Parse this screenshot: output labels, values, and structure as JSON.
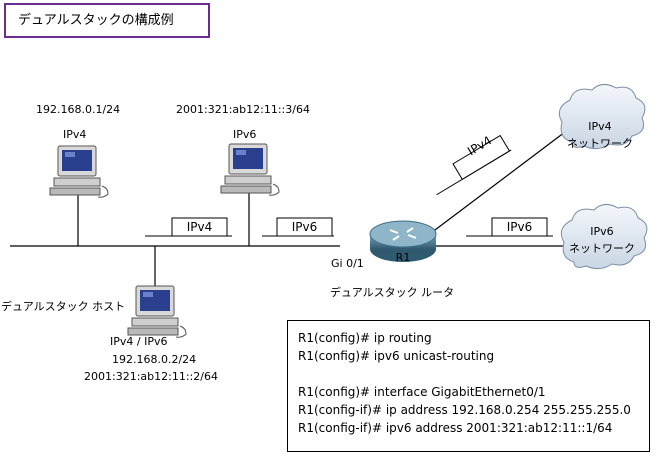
{
  "title": "デュアルスタックの構成例",
  "hosts": {
    "ipv4": {
      "ip": "192.168.0.1/24",
      "label": "IPv4"
    },
    "ipv6": {
      "ip": "2001:321:ab12:11::3/64",
      "label": "IPv6"
    },
    "dual": {
      "caption": "デュアルスタック ホスト",
      "label": "IPv4 / IPv6",
      "ip4": "192.168.0.2/24",
      "ip6": "2001:321:ab12:11::2/64"
    }
  },
  "tags": {
    "lan_ipv4": "IPv4",
    "lan_ipv6": "IPv6",
    "wan_ipv4": "IPv4",
    "wan_ipv6": "IPv6"
  },
  "router": {
    "name": "R1",
    "interface": "Gi 0/1",
    "caption": "デュアルスタック ルータ"
  },
  "clouds": {
    "ipv4": {
      "line1": "IPv4",
      "line2": "ネットワーク"
    },
    "ipv6": {
      "line1": "IPv6",
      "line2": "ネットワーク"
    }
  },
  "config": [
    "R1(config)# ip routing",
    "R1(config)# ipv6 unicast-routing",
    "",
    "R1(config)# interface GigabitEthernet0/1",
    "R1(config-if)# ip address 192.168.0.254 255.255.255.0",
    "R1(config-if)# ipv6 address 2001:321:ab12:11::1/64"
  ],
  "colors": {
    "title_border": "#6a2d8f",
    "router_body": "#3f6f86",
    "computer_screen": "#2b3f8f",
    "cloud_fill": "#dfe8f1"
  }
}
